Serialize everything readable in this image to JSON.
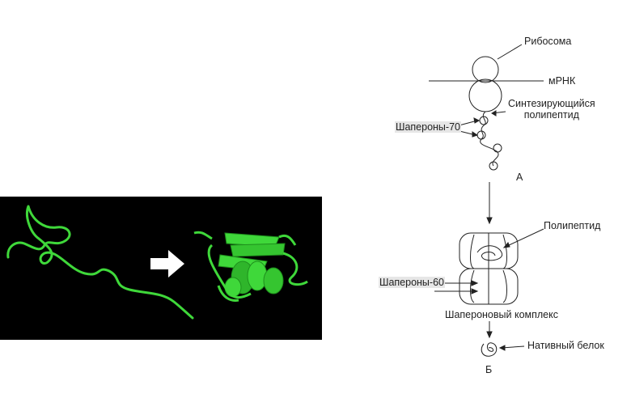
{
  "labels": {
    "ribosome": "Рибосома",
    "mrna": "мРНК",
    "synthesizing_line1": "Синтезирующийся",
    "synthesizing_line2": "полипептид",
    "chaperones70": "Шапероны-70",
    "mark_a": "А",
    "polypeptide": "Полипептид",
    "chaperones60": "Шапероны-60",
    "chaperone_complex": "Шапероновый комплекс",
    "native_protein": "Нативный белок",
    "mark_b": "Б"
  },
  "colors": {
    "protein_green": "#3fd83a",
    "arrow_fill": "#ffffff",
    "panel_background": "#000000",
    "line": "#222222"
  }
}
